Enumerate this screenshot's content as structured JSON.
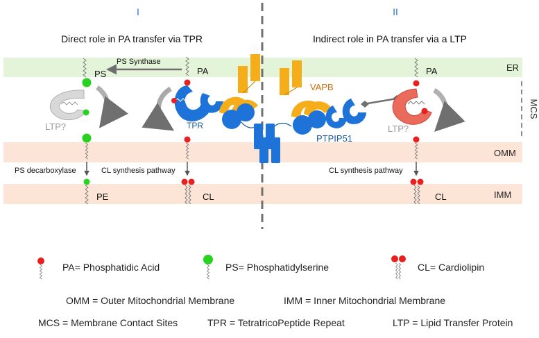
{
  "panels": {
    "left_numeral": "I",
    "right_numeral": "II",
    "left_title": "Direct role in PA transfer via TPR",
    "right_title": "Indirect role in PA transfer via a LTP"
  },
  "membranes": {
    "er": "ER",
    "omm": "OMM",
    "imm": "IMM",
    "mcs": "MCS"
  },
  "labels": {
    "ps_synthase": "PS Synthase",
    "ps": "PS",
    "pa_left": "PA",
    "pa_right": "PA",
    "ltp_left": "LTP?",
    "ltp_right": "LTP?",
    "tpr": "TPR",
    "vapb": "VAPB",
    "ptpip51": "PTPIP51",
    "ps_decarboxylase": "PS decarboxylase",
    "cl_pathway_left": "CL synthesis pathway",
    "cl_pathway_right": "CL synthesis pathway",
    "pe": "PE",
    "cl_left": "CL",
    "cl_right": "CL"
  },
  "legend": {
    "pa": "PA= Phosphatidic Acid",
    "ps": "PS= Phosphatidylserine",
    "cl": "CL= Cardiolipin",
    "omm": "OMM = Outer Mitochondrial Membrane",
    "imm": "IMM = Inner Mitochondrial Membrane",
    "mcs": "MCS = Membrane Contact Sites",
    "tpr": "TPR = TetratricoPeptide Repeat",
    "ltp": "LTP = Lipid Transfer Protein"
  },
  "colors": {
    "er_band": "#e3f4d9",
    "mito_band": "#fce4d6",
    "pa_head": "#e8201f",
    "ps_head": "#27d320",
    "blue_protein": "#1d73d8",
    "orange_protein": "#f5ae1a",
    "vapb_text": "#c86b0c",
    "ptpip51_text": "#1a5aa0",
    "ltp_red": "#ea6a5c",
    "grey": "#8a8a8a"
  }
}
